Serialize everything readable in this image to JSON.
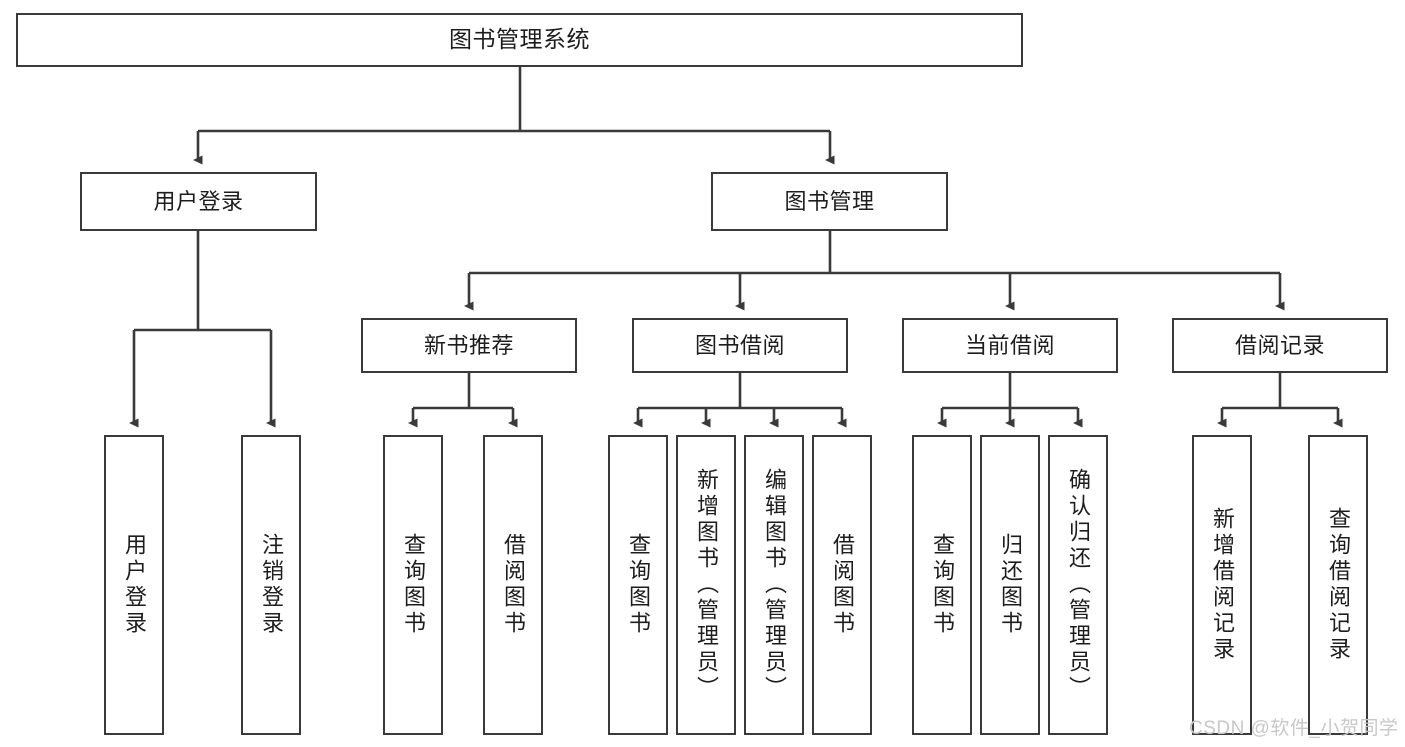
{
  "diagram": {
    "title": "图书管理系统",
    "type": "tree-hierarchy-chart",
    "colors": {
      "box_border": "#3a3a3a",
      "box_fill": "#ffffff",
      "connector": "#3a3a3a",
      "text": "#1d1d1d",
      "watermark": "#c8c8c8",
      "background": "#ffffff"
    },
    "nodes": {
      "root": {
        "label": "图书管理系统"
      },
      "level2": [
        {
          "id": "user-login",
          "label": "用户登录"
        },
        {
          "id": "book-manage",
          "label": "图书管理"
        }
      ],
      "level3": [
        {
          "id": "new-book-recommend",
          "label": "新书推荐"
        },
        {
          "id": "book-borrow",
          "label": "图书借阅"
        },
        {
          "id": "current-borrow",
          "label": "当前借阅"
        },
        {
          "id": "borrow-record",
          "label": "借阅记录"
        }
      ],
      "leaves": {
        "user_login": [
          {
            "id": "leaf-user-login",
            "label": "用户登录"
          },
          {
            "id": "leaf-user-logout",
            "label": "注销登录"
          }
        ],
        "new_book_recommend": [
          {
            "id": "leaf-query-book-1",
            "label": "查询图书"
          },
          {
            "id": "leaf-borrow-book-1",
            "label": "借阅图书"
          }
        ],
        "book_borrow": [
          {
            "id": "leaf-query-book-2",
            "label": "查询图书"
          },
          {
            "id": "leaf-add-book",
            "label": "新增图书（管理员）"
          },
          {
            "id": "leaf-edit-book",
            "label": "编辑图书（管理员）"
          },
          {
            "id": "leaf-borrow-book-2",
            "label": "借阅图书"
          }
        ],
        "current_borrow": [
          {
            "id": "leaf-query-book-3",
            "label": "查询图书"
          },
          {
            "id": "leaf-return-book",
            "label": "归还图书"
          },
          {
            "id": "leaf-confirm-return",
            "label": "确认归还（管理员）"
          }
        ],
        "borrow_record": [
          {
            "id": "leaf-add-borrow-record",
            "label": "新增借阅记录"
          },
          {
            "id": "leaf-query-borrow-record",
            "label": "查询借阅记录"
          }
        ]
      }
    },
    "watermark": {
      "text": "CSDN @软件_小贺同学"
    }
  }
}
